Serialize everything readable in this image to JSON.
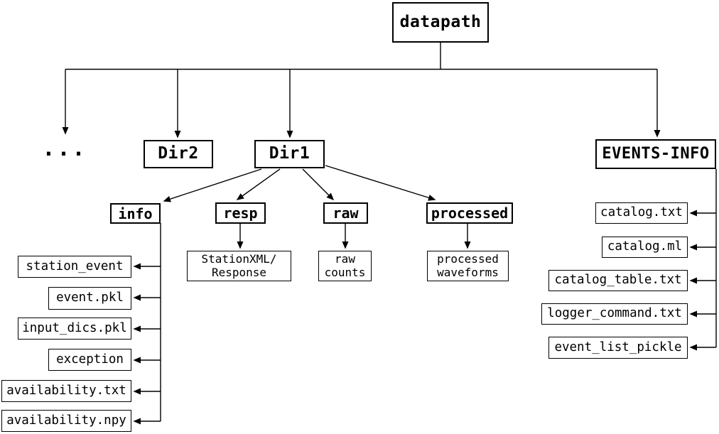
{
  "nodes": {
    "root": "datapath",
    "ellipsis": "...",
    "dir2": "Dir2",
    "dir1": "Dir1",
    "events_info": "EVENTS-INFO",
    "info": "info",
    "resp": "resp",
    "raw": "raw",
    "processed": "processed"
  },
  "leaves": {
    "resp_leaf": {
      "line1": "StationXML/",
      "line2": "Response"
    },
    "raw_leaf": {
      "line1": "raw",
      "line2": "counts"
    },
    "processed_leaf": {
      "line1": "processed",
      "line2": "waveforms"
    }
  },
  "info_files": [
    "station_event",
    "event.pkl",
    "input_dics.pkl",
    "exception",
    "availability.txt",
    "availability.npy"
  ],
  "events_info_files": [
    "catalog.txt",
    "catalog.ml",
    "catalog_table.txt",
    "logger_command.txt",
    "event_list_pickle"
  ],
  "colors": {
    "line": "#000000",
    "text": "#000000",
    "background": "#ffffff",
    "box_border": "#000000"
  }
}
